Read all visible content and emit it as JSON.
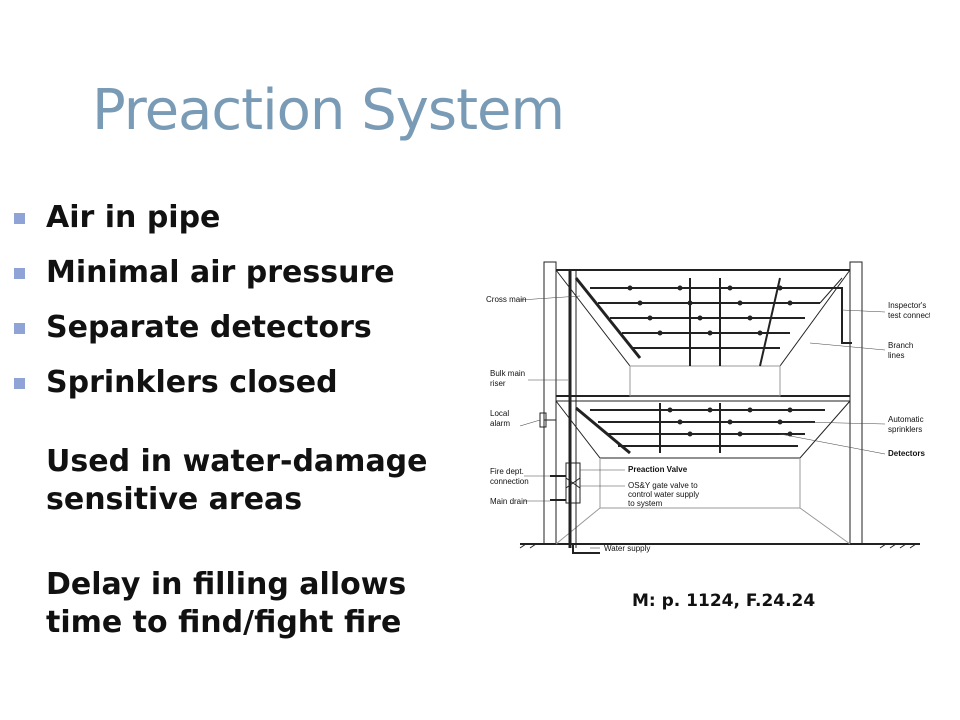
{
  "title": "Preaction System",
  "bullets": [
    "Air in pipe",
    "Minimal air pressure",
    "Separate detectors",
    "Sprinklers closed"
  ],
  "paragraphs": [
    "Used in water-damage sensitive areas",
    "Delay in filling allows time to find/fight fire"
  ],
  "caption": "M: p. 1124, F.24.24",
  "diagram": {
    "labels": {
      "cross_main": "Cross main",
      "bulk_main_riser": [
        "Bulk main",
        "riser"
      ],
      "local_alarm": [
        "Local",
        "alarm"
      ],
      "fire_dept_connection": [
        "Fire dept.",
        "connection"
      ],
      "main_drain": "Main drain",
      "inspectors_test": [
        "Inspector's",
        "test connection"
      ],
      "branch_lines": [
        "Branch",
        "lines"
      ],
      "automatic_sprinklers": [
        "Automatic",
        "sprinklers"
      ],
      "detectors": "Detectors",
      "preaction_valve": "Preaction Valve",
      "osy_gate_valve": [
        "OS&Y gate valve to",
        "control water supply",
        "to system"
      ],
      "water_supply": "Water supply"
    }
  }
}
